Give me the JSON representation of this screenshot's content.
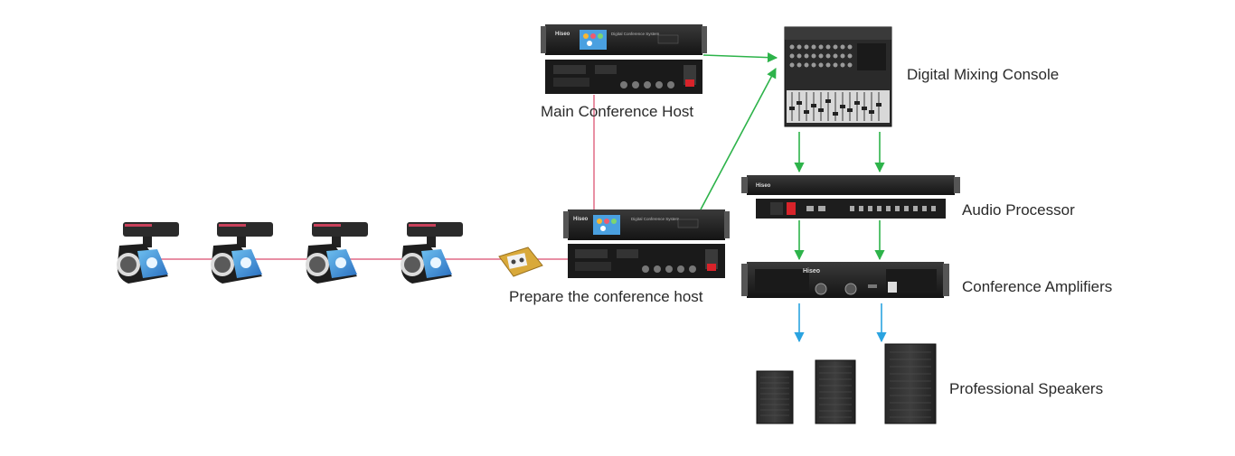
{
  "labels": {
    "main_host": "Main Conference Host",
    "prepare_host": "Prepare the conference host",
    "mixing_console": "Digital Mixing Console",
    "audio_processor": "Audio Processor",
    "amplifiers": "Conference Amplifiers",
    "speakers": "Professional Speakers"
  },
  "brand": {
    "name": "Hiseo",
    "host_panel_text": "Digital Conference System"
  },
  "colors": {
    "daisy_chain_line": "#e06a85",
    "signal_arrow": "#2db34a",
    "speaker_arrow": "#2aa3e0",
    "device_body": "#1c1c1c",
    "screen_blue": "#3f8fd6"
  },
  "icons": {
    "conference_unit": "conference-microphone-icon",
    "junction_box": "junction-box-icon",
    "host": "rack-host-icon",
    "mixer": "mixing-console-icon",
    "processor": "audio-processor-icon",
    "amplifier": "power-amplifier-icon",
    "speaker": "loudspeaker-icon"
  }
}
